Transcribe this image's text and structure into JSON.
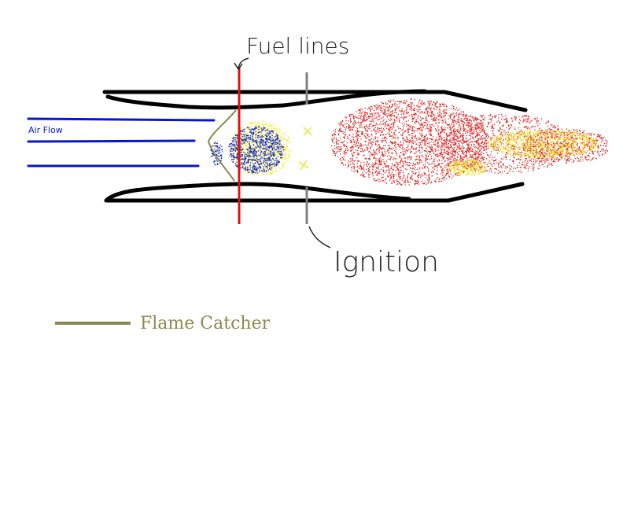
{
  "labels": {
    "air_flow": "Air Flow",
    "fuel_lines": "Fuel lines",
    "ignition": "Ignition"
  },
  "legend": {
    "flame_catcher": "Flame Catcher"
  },
  "colors": {
    "air_flow": "#0a17c8",
    "fuel_line": "#e01010",
    "ignition_line": "#808080",
    "flame_catcher": "#8a8a50",
    "casing": "#000000",
    "flame_red": "#e02020",
    "flame_yellow": "#f0f030",
    "fuel_blue": "#1020b0"
  },
  "icons": [
    "air-flow-arrow-lines",
    "fuel-line",
    "ignition-rod",
    "flame-holder-curve",
    "flame-particles"
  ]
}
